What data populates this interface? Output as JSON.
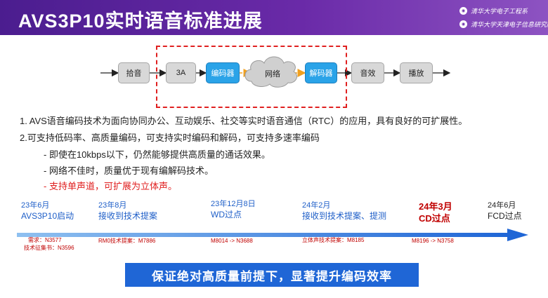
{
  "header": {
    "title": "AVS3P10实时语音标准进展",
    "logo1_text": "清华大学电子工程系",
    "logo2_text": "清华大学天津电子信息研究院"
  },
  "pipeline": {
    "boxes": [
      "拾音",
      "3A",
      "编码器",
      "网络",
      "解码器",
      "音效",
      "播放"
    ]
  },
  "bullets": {
    "b1": "1. AVS语音编码技术为面向协同办公、互动娱乐、社交等实时语音通信（RTC）的应用，具有良好的可扩展性。",
    "b2": "2.可支持低码率、高质量编码，可支持实时编码和解码，可支持多速率编码",
    "s1": "- 即使在10kbps以下，仍然能够提供高质量的通话效果。",
    "s2": "-    网络不佳时，质量优于现有编解码技术。",
    "s3": "-    支持单声道，可扩展为立体声。"
  },
  "timeline": {
    "m1": {
      "date": "23年6月",
      "text": "AVS3P10启动"
    },
    "m2": {
      "date": "23年8月",
      "text": "接收到技术提案"
    },
    "m3": {
      "date": "23年12月8日",
      "text": "WD过点"
    },
    "m4": {
      "date": "24年2月",
      "text": "接收到技术提案、提测"
    },
    "m5": {
      "date": "24年3月",
      "text": "CD过点"
    },
    "m6": {
      "date": "24年6月",
      "text": "FCD过点"
    },
    "notes": {
      "n1a": "需求：N3577",
      "n1b": "技术征集书：N3596",
      "n2": "RM0技术提案：M7886",
      "n3": "M8014 -> N3688",
      "n4": "立体声技术提案：M8185",
      "n5": "M8196 -> N3758"
    }
  },
  "banner": "保证绝对高质量前提下，显著提升编码效率",
  "colors": {
    "header": "#5a2399",
    "accent_blue": "#2aa3e8",
    "timeline_blue": "#1f66d6",
    "highlight_red": "#e02020"
  }
}
